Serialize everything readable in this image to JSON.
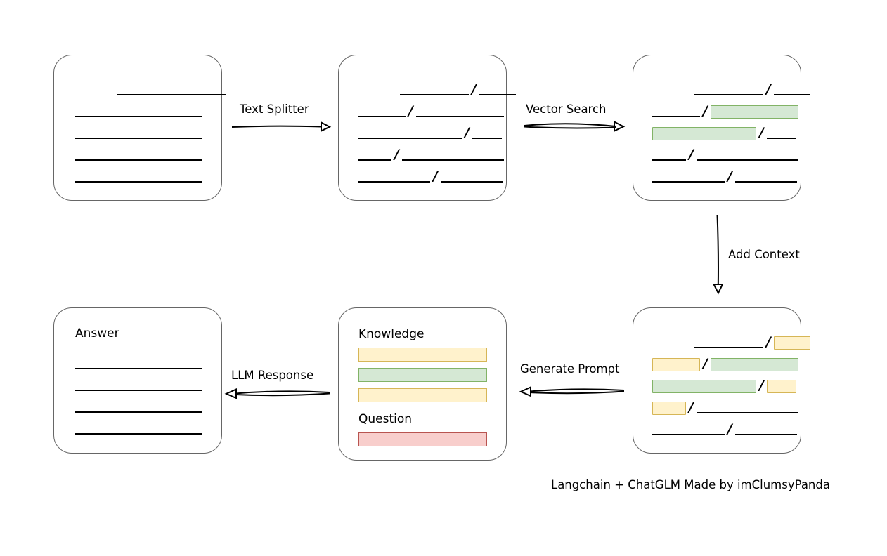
{
  "diagram": {
    "title_footer": "Langchain + ChatGLM Made by imClumsyPanda",
    "palette": {
      "green_fill": "#d5e8d4",
      "green_border": "#82b366",
      "yellow_fill": "#fff2cc",
      "yellow_border": "#d6b656",
      "red_fill": "#f8cecc",
      "red_border": "#b85450",
      "box_border": "#666666",
      "line": "#000000"
    },
    "edges": [
      {
        "id": "text-splitter",
        "label": "Text Splitter",
        "direction": "right"
      },
      {
        "id": "vector-search",
        "label": "Vector Search",
        "direction": "right"
      },
      {
        "id": "add-context",
        "label": "Add Context",
        "direction": "down"
      },
      {
        "id": "generate-prompt",
        "label": "Generate Prompt",
        "direction": "left"
      },
      {
        "id": "llm-response",
        "label": "LLM Response",
        "direction": "left"
      }
    ],
    "nodes": {
      "source_document": {
        "name": "source-document",
        "label": "",
        "rows": [
          {
            "indent": 60,
            "segments": [
              {
                "type": "line",
                "width": 155
              }
            ]
          },
          {
            "indent": 0,
            "segments": [
              {
                "type": "line",
                "width": 180
              }
            ]
          },
          {
            "indent": 0,
            "segments": [
              {
                "type": "line",
                "width": 180
              }
            ]
          },
          {
            "indent": 0,
            "segments": [
              {
                "type": "line",
                "width": 180
              }
            ]
          },
          {
            "indent": 0,
            "segments": [
              {
                "type": "line",
                "width": 180
              }
            ]
          }
        ]
      },
      "split_document": {
        "name": "split-document",
        "label": "",
        "rows": [
          {
            "indent": 60,
            "segments": [
              {
                "type": "line",
                "width": 98
              },
              {
                "type": "slash",
                "text": "/"
              },
              {
                "type": "line",
                "width": 52
              }
            ]
          },
          {
            "indent": 0,
            "segments": [
              {
                "type": "line",
                "width": 68
              },
              {
                "type": "slash",
                "text": "/"
              },
              {
                "type": "line",
                "width": 125
              }
            ]
          },
          {
            "indent": 0,
            "segments": [
              {
                "type": "line",
                "width": 148
              },
              {
                "type": "slash",
                "text": "/"
              },
              {
                "type": "line",
                "width": 42
              }
            ]
          },
          {
            "indent": 0,
            "segments": [
              {
                "type": "line",
                "width": 48
              },
              {
                "type": "slash",
                "text": "/"
              },
              {
                "type": "line",
                "width": 145
              }
            ]
          },
          {
            "indent": 0,
            "segments": [
              {
                "type": "line",
                "width": 103
              },
              {
                "type": "slash",
                "text": "/"
              },
              {
                "type": "line",
                "width": 88
              }
            ]
          }
        ]
      },
      "matched_document": {
        "name": "matched-document",
        "label": "",
        "rows": [
          {
            "indent": 60,
            "segments": [
              {
                "type": "line",
                "width": 98
              },
              {
                "type": "slash",
                "text": "/"
              },
              {
                "type": "line",
                "width": 52
              }
            ]
          },
          {
            "indent": 0,
            "segments": [
              {
                "type": "line",
                "width": 68
              },
              {
                "type": "slash",
                "text": "/"
              },
              {
                "type": "chip",
                "color": "green",
                "width": 125
              }
            ]
          },
          {
            "indent": 0,
            "segments": [
              {
                "type": "chip",
                "color": "green",
                "width": 148
              },
              {
                "type": "slash",
                "text": "/"
              },
              {
                "type": "line",
                "width": 42
              }
            ]
          },
          {
            "indent": 0,
            "segments": [
              {
                "type": "line",
                "width": 48
              },
              {
                "type": "slash",
                "text": "/"
              },
              {
                "type": "line",
                "width": 145
              }
            ]
          },
          {
            "indent": 0,
            "segments": [
              {
                "type": "line",
                "width": 103
              },
              {
                "type": "slash",
                "text": "/"
              },
              {
                "type": "line",
                "width": 88
              }
            ]
          }
        ]
      },
      "context_document": {
        "name": "context-document",
        "label": "",
        "rows": [
          {
            "indent": 60,
            "segments": [
              {
                "type": "line",
                "width": 98
              },
              {
                "type": "slash",
                "text": "/"
              },
              {
                "type": "chip",
                "color": "yellow",
                "width": 52
              }
            ]
          },
          {
            "indent": 0,
            "segments": [
              {
                "type": "chip",
                "color": "yellow",
                "width": 68
              },
              {
                "type": "slash",
                "text": "/"
              },
              {
                "type": "chip",
                "color": "green",
                "width": 125
              }
            ]
          },
          {
            "indent": 0,
            "segments": [
              {
                "type": "chip",
                "color": "green",
                "width": 148
              },
              {
                "type": "slash",
                "text": "/"
              },
              {
                "type": "chip",
                "color": "yellow",
                "width": 42
              }
            ]
          },
          {
            "indent": 0,
            "segments": [
              {
                "type": "chip",
                "color": "yellow",
                "width": 48
              },
              {
                "type": "slash",
                "text": "/"
              },
              {
                "type": "line",
                "width": 145
              }
            ]
          },
          {
            "indent": 0,
            "segments": [
              {
                "type": "line",
                "width": 103
              },
              {
                "type": "slash",
                "text": "/"
              },
              {
                "type": "line",
                "width": 88
              }
            ]
          }
        ]
      },
      "prompt": {
        "name": "prompt-box",
        "knowledge_label": "Knowledge",
        "question_label": "Question",
        "knowledge_bars": [
          {
            "color": "yellow"
          },
          {
            "color": "green"
          },
          {
            "color": "yellow"
          }
        ],
        "question_bars": [
          {
            "color": "red"
          }
        ]
      },
      "answer": {
        "name": "answer-box",
        "label": "Answer",
        "rows": [
          {
            "indent": 0,
            "segments": [
              {
                "type": "line",
                "width": 180
              }
            ]
          },
          {
            "indent": 0,
            "segments": [
              {
                "type": "line",
                "width": 180
              }
            ]
          },
          {
            "indent": 0,
            "segments": [
              {
                "type": "line",
                "width": 180
              }
            ]
          },
          {
            "indent": 0,
            "segments": [
              {
                "type": "line",
                "width": 180
              }
            ]
          }
        ]
      }
    }
  }
}
